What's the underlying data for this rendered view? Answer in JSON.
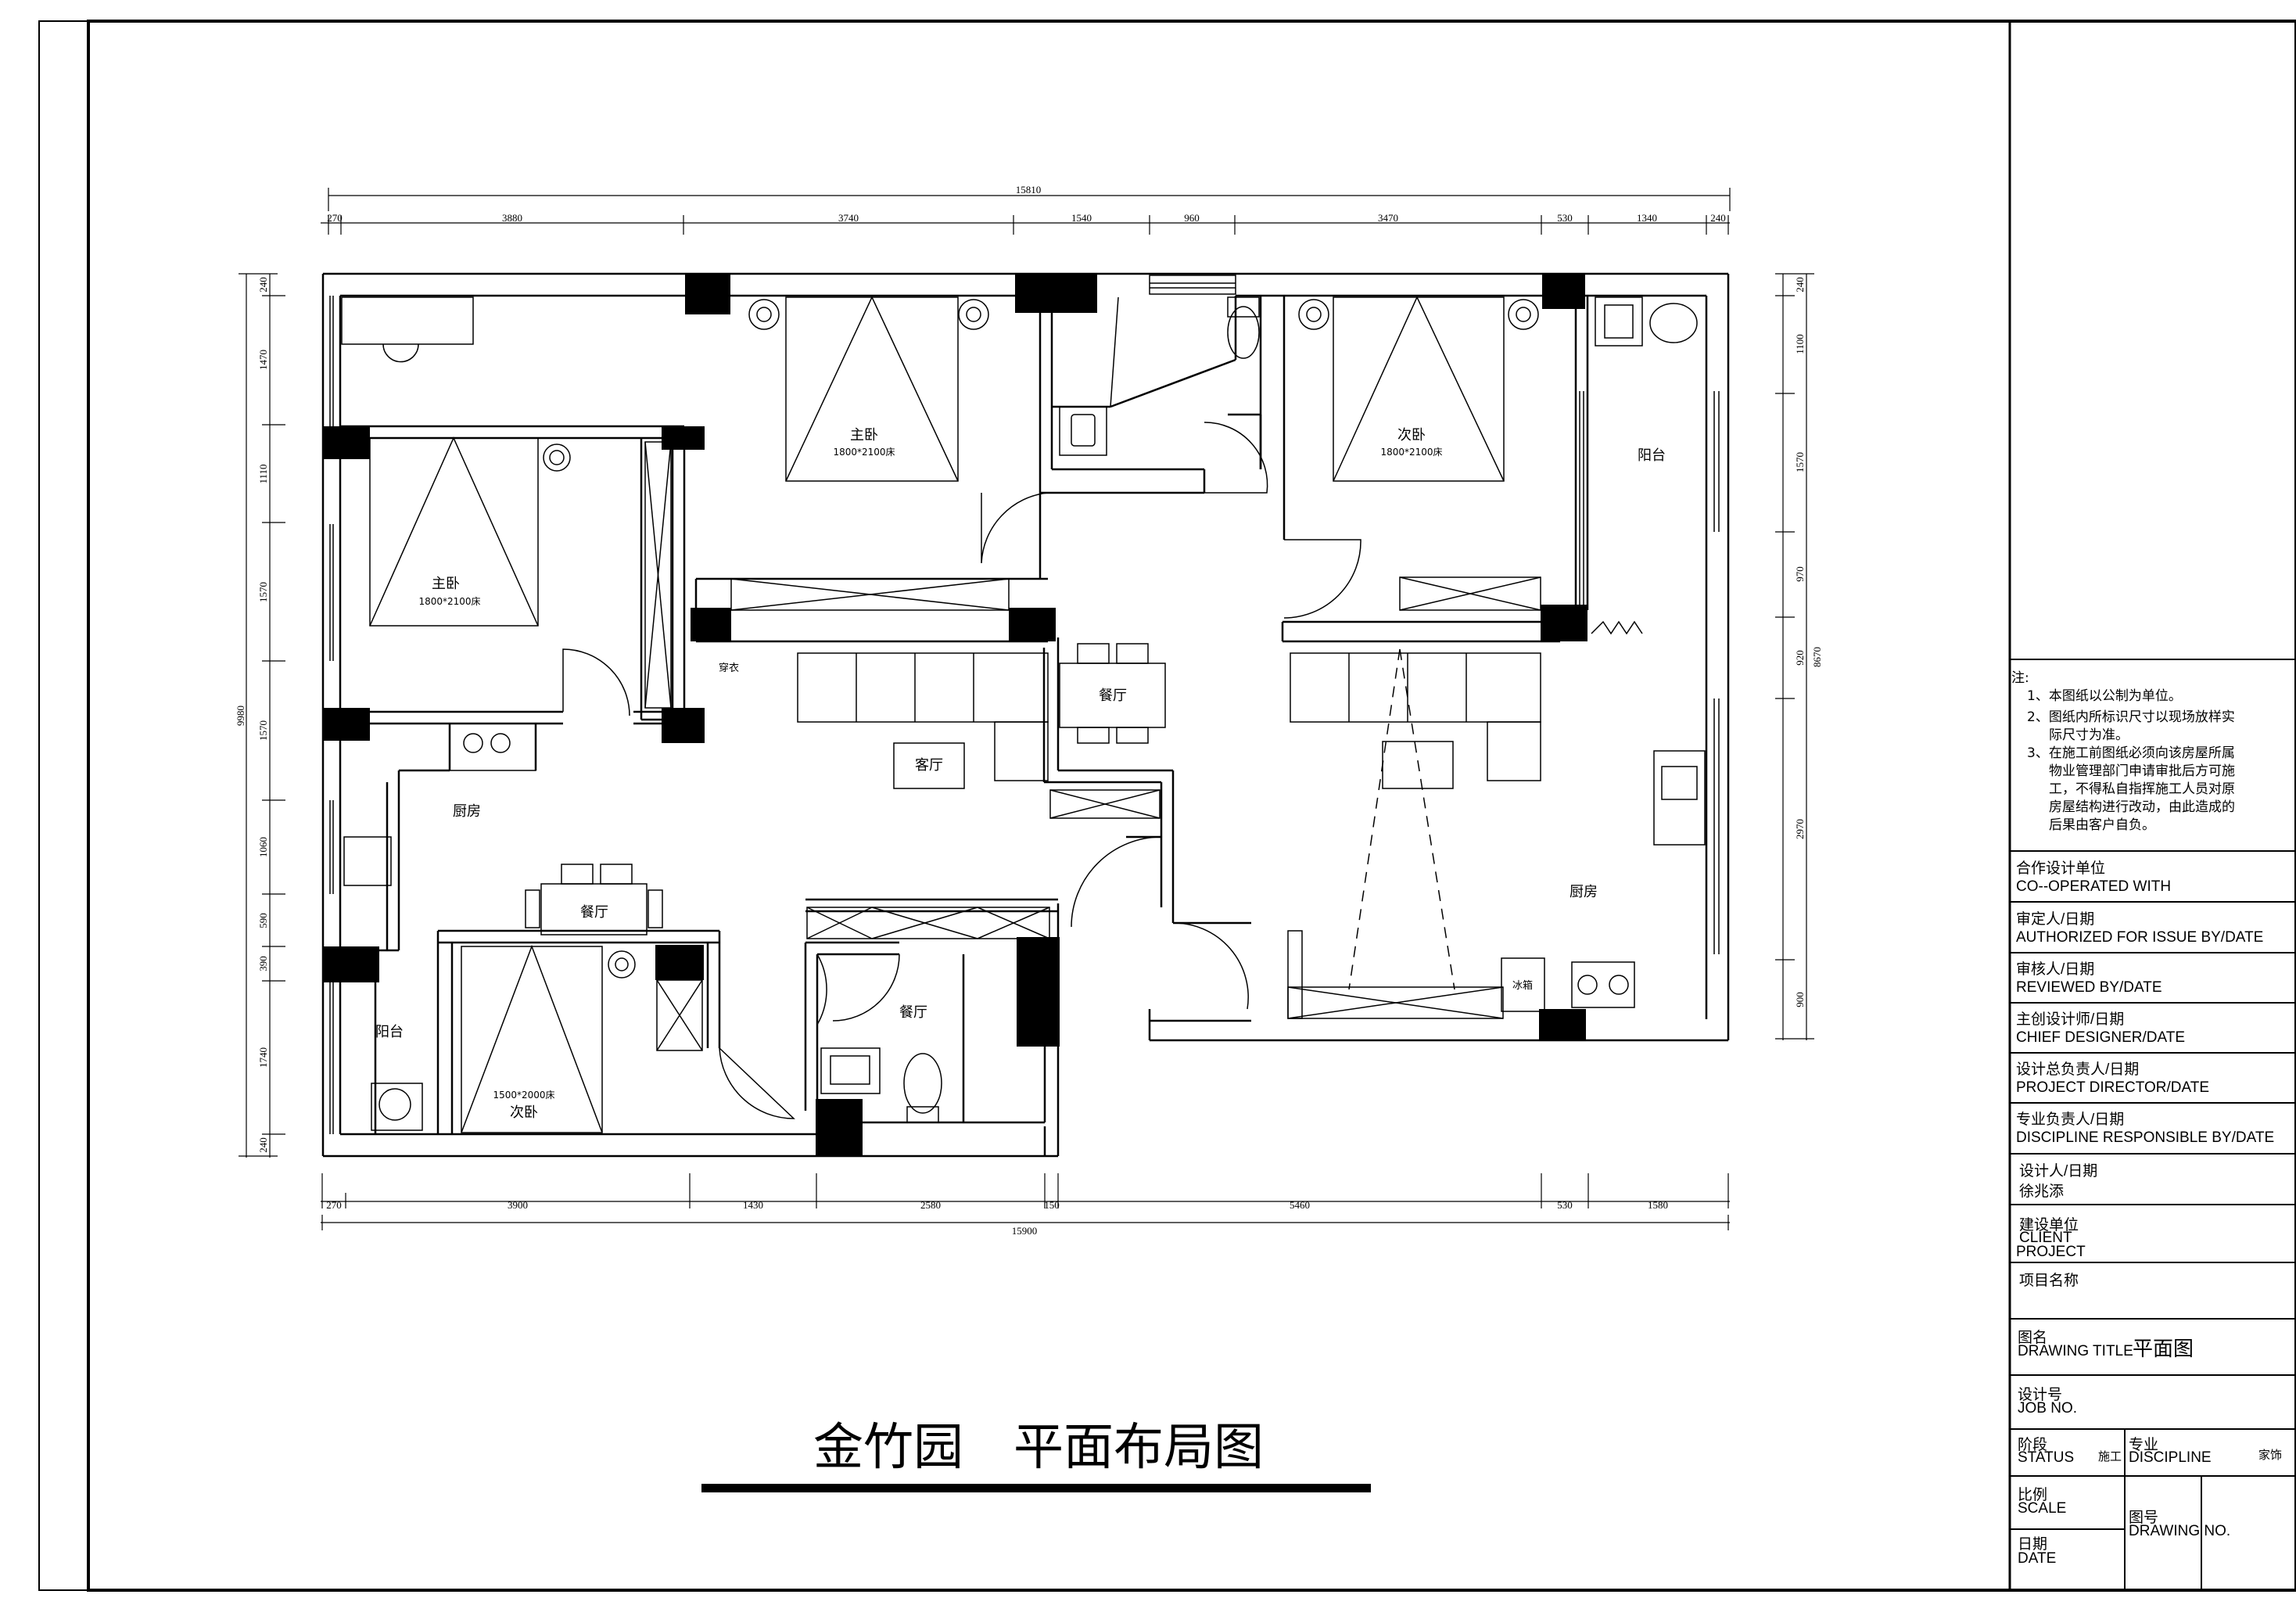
{
  "drawing": {
    "title": "金竹园　平面布局图",
    "dims": {
      "top_total": "15810",
      "top": [
        "270",
        "3880",
        "3740",
        "1540",
        "960",
        "3470",
        "530",
        "1340",
        "240"
      ],
      "bottom": [
        "270",
        "3900",
        "1430",
        "2580",
        "150",
        "5460",
        "530",
        "1580"
      ],
      "bottom_total": "15900",
      "left_total": "9980",
      "left": [
        "240",
        "1470",
        "1110",
        "1570",
        "1570",
        "1060",
        "590",
        "390",
        "1740",
        "240"
      ],
      "right_total": "8670",
      "right": [
        "240",
        "1100",
        "1570",
        "970",
        "920",
        "2970",
        "900"
      ]
    },
    "rooms": {
      "master_top": "主卧",
      "master_top_bed": "1800*2100床",
      "second_top": "次卧",
      "second_top_bed": "1800*2100床",
      "balcony_right": "阳台",
      "master_left": "主卧",
      "master_left_bed": "1800*2100床",
      "wardrobe": "穿衣",
      "dining_center": "餐厅",
      "living": "客厅",
      "kitchen_left": "厨房",
      "dining_left": "餐厅",
      "balcony_left": "阳台",
      "second_bottom": "次卧",
      "second_bottom_bed": "1500*2000床",
      "dining_bottom": "餐厅",
      "kitchen_right": "厨房",
      "fridge": "冰箱"
    }
  },
  "notes": {
    "heading": "注:",
    "items": [
      [
        "1、本图纸以公制为单位。"
      ],
      [
        "2、图纸内所标识尺寸以现场放样实",
        "际尺寸为准。"
      ],
      [
        "3、在施工前图纸必须向该房屋所属",
        "物业管理部门申请审批后方可施",
        "工，不得私自指挥施工人员对原",
        "房屋结构进行改动，由此造成的",
        "后果由客户自负。"
      ]
    ]
  },
  "title_block": {
    "coop_cn": "合作设计单位",
    "coop_en": "CO--OPERATED WITH",
    "auth_cn": "审定人/日期",
    "auth_en": "AUTHORIZED FOR ISSUE BY/DATE",
    "rev_cn": "审核人/日期",
    "rev_en": "REVIEWED BY/DATE",
    "chief_cn": "主创设计师/日期",
    "chief_en": "CHIEF DESIGNER/DATE",
    "pd_cn": "设计总负责人/日期",
    "pd_en": "PROJECT DIRECTOR/DATE",
    "disc_cn": "专业负责人/日期",
    "disc_en": "DISCIPLINE RESPONSIBLE BY/DATE",
    "designer_cn": "设计人/日期",
    "designer_name": "徐兆添",
    "client_cn": "建设单位",
    "client_en": "CLIENT",
    "project_en": "PROJECT",
    "project_cn": "项目名称",
    "dtitle_cn": "图名",
    "dtitle_en": "DRAWING TITLE",
    "dtitle_value": "平面图",
    "job_cn": "设计号",
    "job_en": "JOB NO.",
    "status_cn": "阶段",
    "status_en": "STATUS",
    "status_value": "施工",
    "discipline_cn": "专业",
    "discipline_en": "DISCIPLINE",
    "discipline_value": "家饰",
    "scale_cn": "比例",
    "scale_en": "SCALE",
    "dno_cn": "图号",
    "dno_en": "DRAWING NO.",
    "date_cn": "日期",
    "date_en": "DATE"
  }
}
